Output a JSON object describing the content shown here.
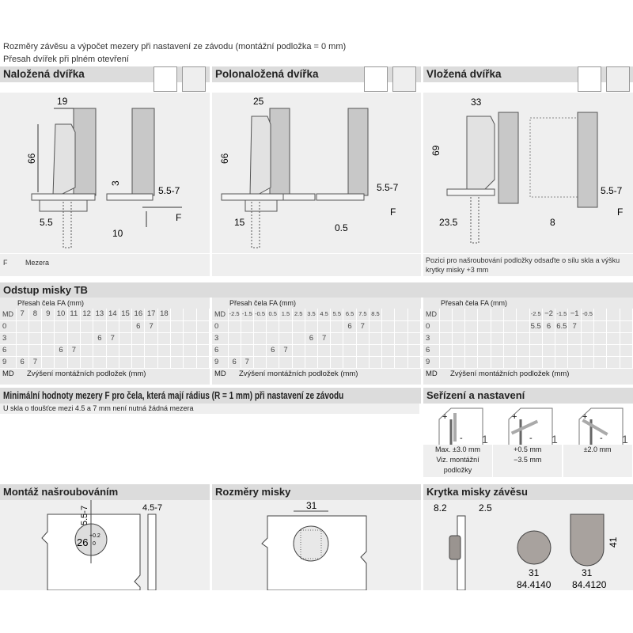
{
  "intro": {
    "line1": "Rozměry závěsu a výpočet mezery při nastavení ze závodu (montážní podložka = 0 mm)",
    "line2": "Přesah dvířek při plném otevření"
  },
  "sections": {
    "overlay": {
      "title": "Naložená dvířka",
      "dims": {
        "w": "19",
        "h": "66",
        "a": "5.5",
        "b": "3",
        "c": "5.5-7",
        "d": "10",
        "f": "F"
      },
      "caption_key": "F",
      "caption_text": "Mezera"
    },
    "half": {
      "title": "Polonaložená dvířka",
      "dims": {
        "w": "25",
        "h": "66",
        "a": "15",
        "c": "5.5-7",
        "d": "0.5",
        "f": "F"
      }
    },
    "inset": {
      "title": "Vložená dvířka",
      "dims": {
        "w": "33",
        "h": "69",
        "a": "23.5",
        "c": "5.5-7",
        "d": "8",
        "f": "F"
      },
      "caption": "Pozici pro našroubování podložky odsaďte o sílu skla a výšku krytky misky +3 mm"
    }
  },
  "tb": {
    "title": "Odstup misky TB",
    "tables": [
      {
        "subtitle": "Přesah čela FA (mm)",
        "md": "MD",
        "columns": [
          "7",
          "8",
          "9",
          "10",
          "11",
          "12",
          "13",
          "14",
          "15",
          "16",
          "17",
          "18",
          "",
          "",
          ""
        ],
        "rows": [
          {
            "md": "0",
            "cells": [
              "",
              "",
              "",
              "",
              "",
              "",
              "",
              "",
              "",
              "6",
              "7",
              "",
              "",
              "",
              ""
            ]
          },
          {
            "md": "3",
            "cells": [
              "",
              "",
              "",
              "",
              "",
              "",
              "6",
              "7",
              "",
              "",
              "",
              "",
              "",
              "",
              ""
            ]
          },
          {
            "md": "6",
            "cells": [
              "",
              "",
              "",
              "6",
              "7",
              "",
              "",
              "",
              "",
              "",
              "",
              "",
              "",
              "",
              ""
            ]
          },
          {
            "md": "9",
            "cells": [
              "6",
              "7",
              "",
              "",
              "",
              "",
              "",
              "",
              "",
              "",
              "",
              "",
              "",
              "",
              ""
            ]
          }
        ],
        "footer_key": "MD",
        "footer": "Zvýšení montážních podložek (mm)"
      },
      {
        "subtitle": "Přesah čela FA (mm)",
        "md": "MD",
        "columns": [
          "-2.5",
          "-1.5",
          "-0.5",
          "0.5",
          "1.5",
          "2.5",
          "3.5",
          "4.5",
          "5.5",
          "6.5",
          "7.5",
          "8.5",
          "",
          "",
          ""
        ],
        "rows": [
          {
            "md": "0",
            "cells": [
              "",
              "",
              "",
              "",
              "",
              "",
              "",
              "",
              "",
              "6",
              "7",
              "",
              "",
              "",
              ""
            ]
          },
          {
            "md": "3",
            "cells": [
              "",
              "",
              "",
              "",
              "",
              "",
              "6",
              "7",
              "",
              "",
              "",
              "",
              "",
              "",
              ""
            ]
          },
          {
            "md": "6",
            "cells": [
              "",
              "",
              "",
              "6",
              "7",
              "",
              "",
              "",
              "",
              "",
              "",
              "",
              "",
              "",
              ""
            ]
          },
          {
            "md": "9",
            "cells": [
              "6",
              "7",
              "",
              "",
              "",
              "",
              "",
              "",
              "",
              "",
              "",
              "",
              "",
              "",
              ""
            ]
          }
        ],
        "footer_key": "MD",
        "footer": "Zvýšení montážních podložek (mm)"
      },
      {
        "subtitle": "Přesah čela FA (mm)",
        "md": "MD",
        "columns": [
          "",
          "",
          "",
          "",
          "",
          "",
          "",
          "-2.5",
          "−2",
          "-1.5",
          "−1",
          "-0.5",
          "",
          "",
          ""
        ],
        "rows": [
          {
            "md": "0",
            "cells": [
              "",
              "",
              "",
              "",
              "",
              "",
              "",
              "5.5",
              "6",
              "6.5",
              "7",
              "",
              "",
              "",
              ""
            ]
          },
          {
            "md": "3",
            "cells": [
              "",
              "",
              "",
              "",
              "",
              "",
              "",
              "",
              "",
              "",
              "",
              "",
              "",
              "",
              ""
            ]
          },
          {
            "md": "6",
            "cells": [
              "",
              "",
              "",
              "",
              "",
              "",
              "",
              "",
              "",
              "",
              "",
              "",
              "",
              "",
              ""
            ]
          },
          {
            "md": "9",
            "cells": [
              "",
              "",
              "",
              "",
              "",
              "",
              "",
              "",
              "",
              "",
              "",
              "",
              "",
              "",
              ""
            ]
          }
        ],
        "footer_key": "MD",
        "footer": "Zvýšení montážních podložek (mm)"
      }
    ]
  },
  "min_gap": {
    "title": "Minimální hodnoty mezery F pro čela, která mají rádius (R = 1 mm) při nastavení ze závodu",
    "note": "U skla o tloušťce mezi 4.5 a 7 mm není nutná žádná mezera"
  },
  "adjust": {
    "title": "Seřízení a nastavení",
    "items": [
      {
        "lines": [
          "Max. ±3.0 mm",
          "Viz. montážní",
          "podložky"
        ],
        "plus": "+",
        "minus": "-",
        "num": "1"
      },
      {
        "lines": [
          "+0.5 mm",
          "−3.5 mm"
        ],
        "plus": "+",
        "minus": "-",
        "num": "1"
      },
      {
        "lines": [
          "±2.0 mm"
        ],
        "plus": "+",
        "minus": "-",
        "num": "1"
      }
    ]
  },
  "mount": {
    "title": "Montáž našroubováním",
    "d1": "5.5-7",
    "d2": "4.5-7",
    "hole": "26",
    "tol_up": "+0.2",
    "tol_down": "0"
  },
  "cup": {
    "title": "Rozměry misky",
    "d": "31"
  },
  "cover": {
    "title": "Krytka misky závěsu",
    "d1": "8.2",
    "d2": "2.5",
    "round_w": "31",
    "round_code": "84.4140",
    "tall_w": "31",
    "tall_h": "41",
    "tall_code": "84.4120"
  }
}
